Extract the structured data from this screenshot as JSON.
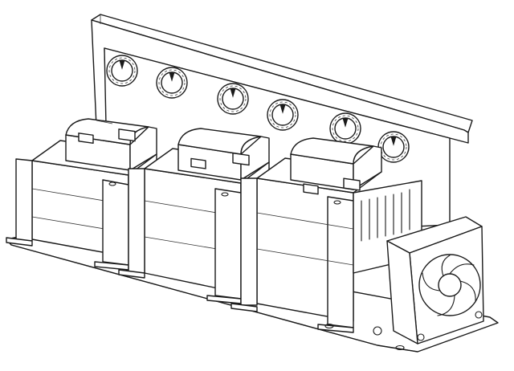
{
  "drawing": {
    "style": "isometric line drawing",
    "stroke_color": "#1a1a1a",
    "background_color": "#ffffff"
  },
  "assembly": {
    "module_count": 3,
    "knob_count": 6,
    "has_heatsink": true,
    "has_fan": true
  }
}
